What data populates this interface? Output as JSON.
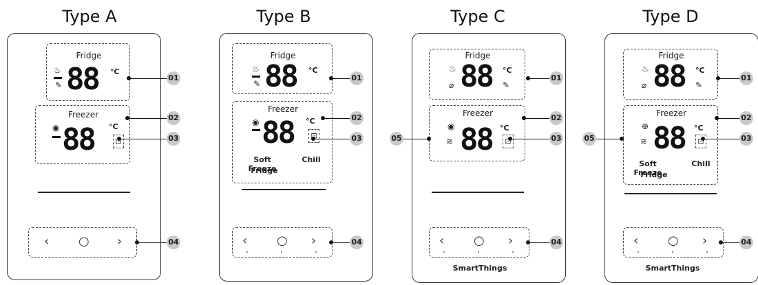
{
  "types": [
    {
      "title": "Type A",
      "fridge_label": "Fridge",
      "freezer_label": "Freezer",
      "digits": "88",
      "unit": "°C"
    },
    {
      "title": "Type B",
      "fridge_label": "Fridge",
      "freezer_label": "Freezer",
      "digits": "88",
      "unit": "°C",
      "soft_freeze_label": "Soft Freeze",
      "soft_freeze_sub": "Fridge",
      "chill_label": "Chill"
    },
    {
      "title": "Type C",
      "fridge_label": "Fridge",
      "freezer_label": "Freezer",
      "digits": "88",
      "unit": "°C",
      "smartthings_label": "SmartThings"
    },
    {
      "title": "Type D",
      "fridge_label": "Fridge",
      "freezer_label": "Freezer",
      "digits": "88",
      "unit": "°C",
      "soft_freeze_label": "Soft Freeze",
      "soft_freeze_sub": "Fridge",
      "chill_label": "Chill",
      "smartthings_label": "SmartThings"
    }
  ],
  "buttons": {
    "left": "‹",
    "center": "○",
    "right": "›"
  },
  "callouts": {
    "c01": "01",
    "c02": "02",
    "c03": "03",
    "c04": "04",
    "c05": "05"
  },
  "icons": {
    "fridge_top": "snowflake-drop-icon",
    "fridge_bottom": "leaf-icon",
    "freezer": "freezer-icon",
    "lock": "lock-icon",
    "wifi": "wifi-icon"
  }
}
